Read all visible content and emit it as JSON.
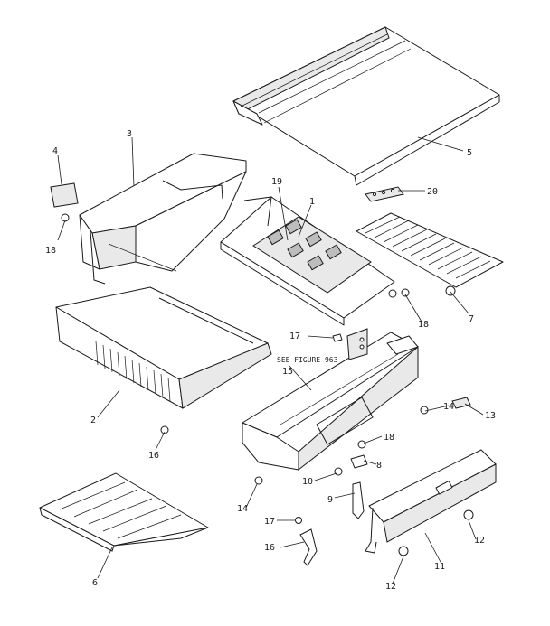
{
  "callouts": {
    "p1": "1",
    "p2": "2",
    "p3": "3",
    "p4": "4",
    "p5": "5",
    "p6": "6",
    "p7": "7",
    "p8": "8",
    "p9": "9",
    "p10": "10",
    "p11": "11",
    "p12a": "12",
    "p12b": "12",
    "p13": "13",
    "p14a": "14",
    "p14b": "14",
    "p15": "15",
    "p16a": "16",
    "p16b": "16",
    "p17a": "17",
    "p17b": "17",
    "p18a": "18",
    "p18b": "18",
    "p18c": "18",
    "p19": "19",
    "p20": "20"
  },
  "reference_note": "SEE FIGURE 963"
}
